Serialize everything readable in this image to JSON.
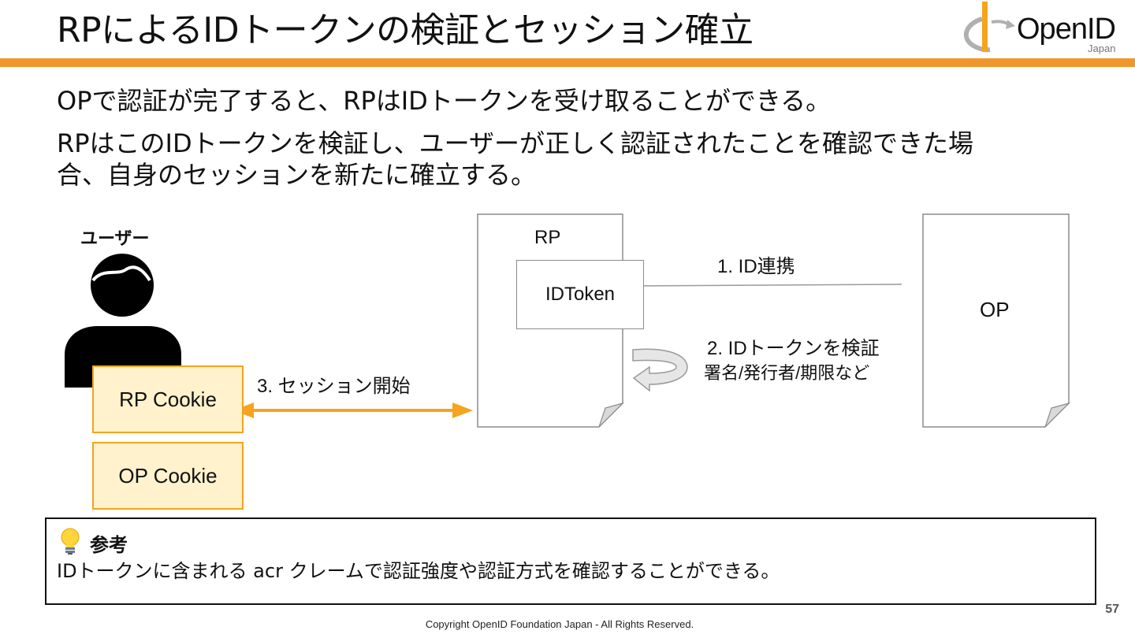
{
  "slide": {
    "title": "RPによるIDトークンの検証とセッション確立",
    "accent_color": "#f0962a",
    "page_number": "57",
    "copyright": "Copyright OpenID Foundation Japan - All Rights Reserved."
  },
  "logo": {
    "word": "OpenID",
    "sub": "Japan",
    "icon": "openid-logo-icon"
  },
  "body": {
    "paragraph_1": "OPで認証が完了すると、RPはIDトークンを受け取ることができる。",
    "paragraph_2_line_1": "RPはこのIDトークンを検証し、ユーザーが正しく認証されたことを確認できた場",
    "paragraph_2_line_2": "合、自身のセッションを新たに確立する。"
  },
  "diagram": {
    "user_label": "ユーザー",
    "user_icon": "user-silhouette-icon",
    "rp_cookie": "RP Cookie",
    "op_cookie": "OP Cookie",
    "rp_label": "RP",
    "op_label": "OP",
    "idtoken_label": "IDToken",
    "step_1": "1. ID連携",
    "step_2": "2. IDトークンを検証",
    "step_2_detail": "署名/発行者/期限など",
    "step_3": "3. セッション開始",
    "cookie_fill": "#fff2cc",
    "cookie_border": "#f4a41f",
    "arrow_color": "#f4a41f"
  },
  "note": {
    "icon": "lightbulb-icon",
    "title": "参考",
    "body": "IDトークンに含まれる acr クレームで認証強度や認証方式を確認することができる。"
  }
}
